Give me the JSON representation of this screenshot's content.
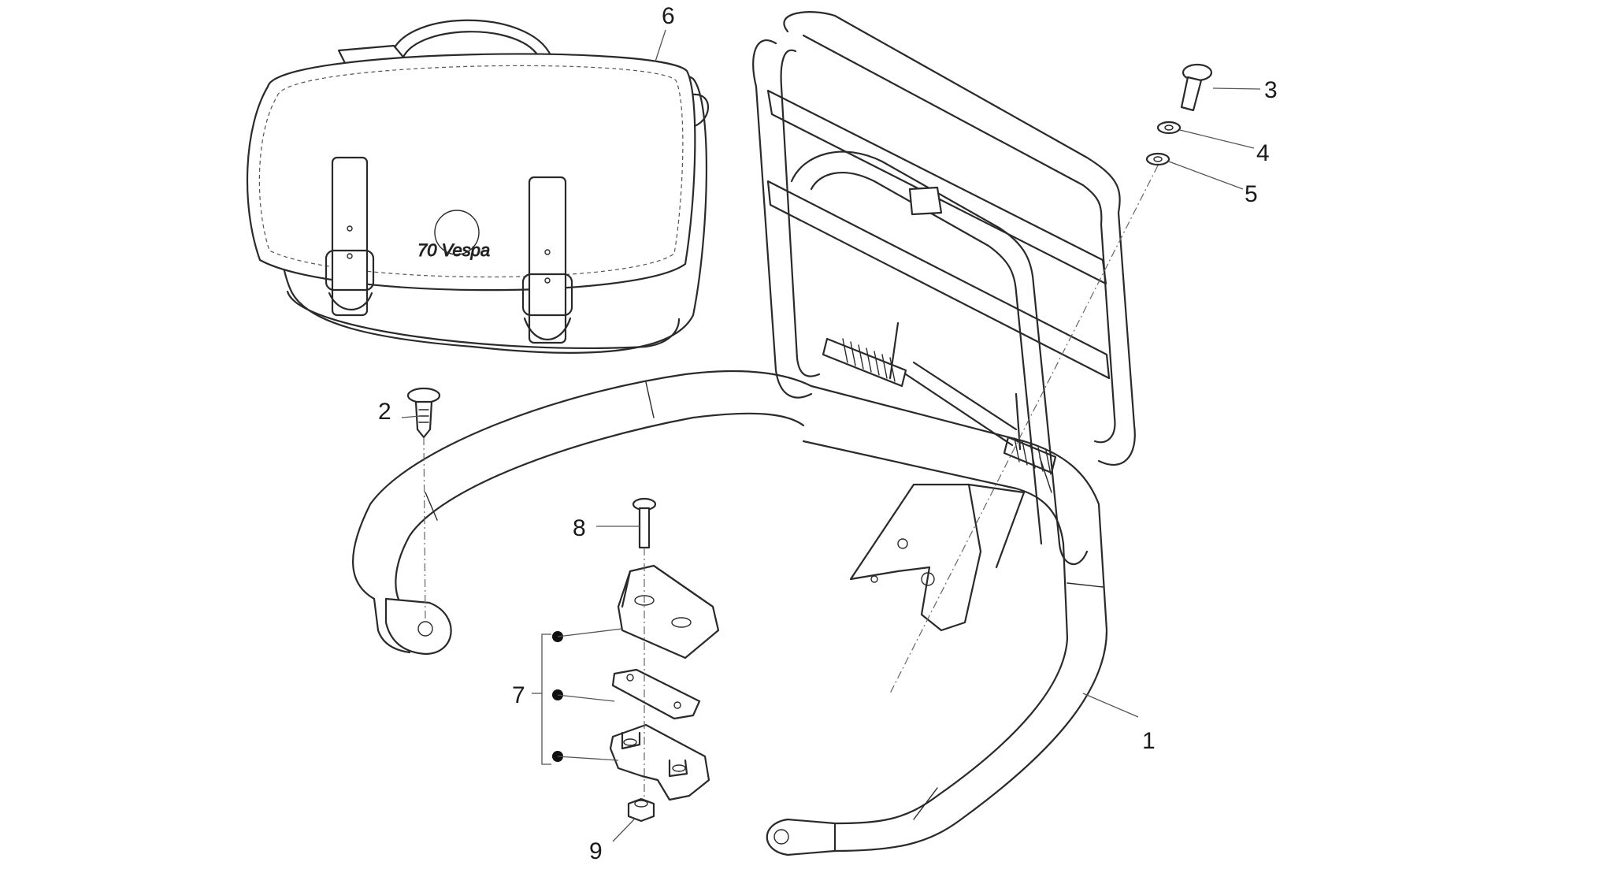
{
  "callouts": [
    {
      "id": "1",
      "label": "1"
    },
    {
      "id": "2",
      "label": "2"
    },
    {
      "id": "3",
      "label": "3"
    },
    {
      "id": "4",
      "label": "4"
    },
    {
      "id": "5",
      "label": "5"
    },
    {
      "id": "6",
      "label": "6"
    },
    {
      "id": "7",
      "label": "7"
    },
    {
      "id": "8",
      "label": "8"
    },
    {
      "id": "9",
      "label": "9"
    }
  ],
  "bag_emblem": "70 Vespa"
}
